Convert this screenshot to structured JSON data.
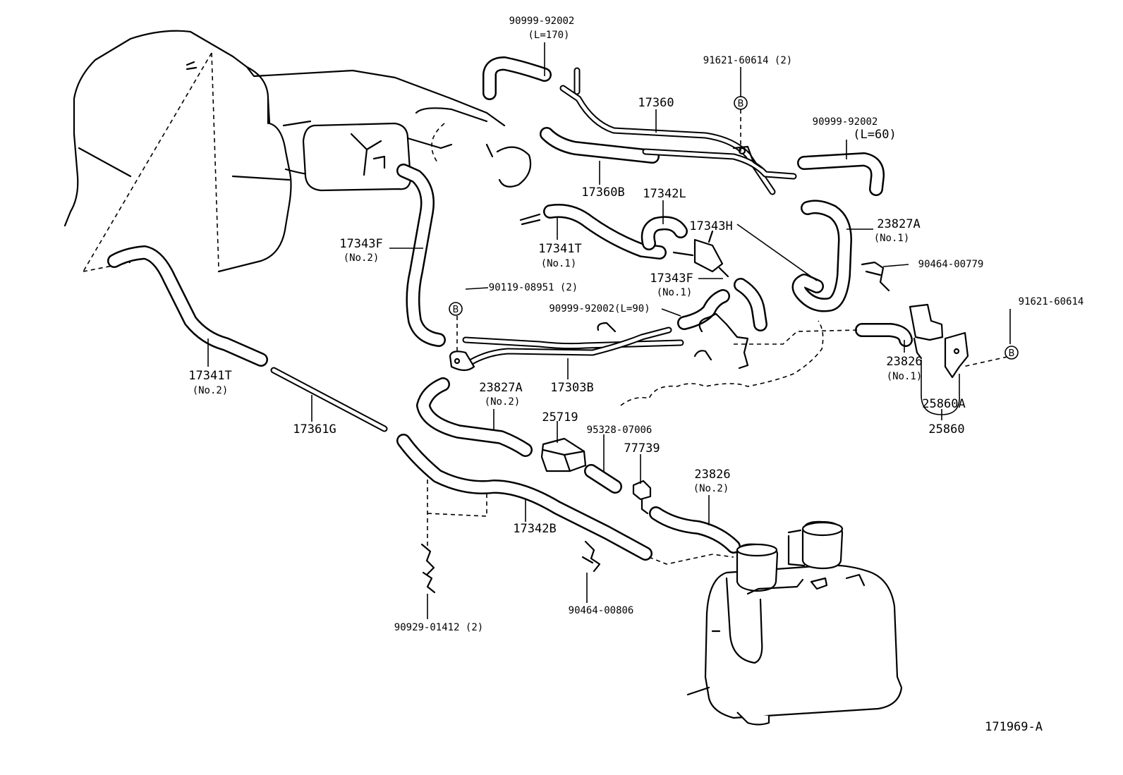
{
  "diagram_id": "171969-A",
  "callout_mark": "B",
  "labels": {
    "hose_90999_92002_l170": "90999-92002",
    "hose_90999_92002_l170_len": "(L=170)",
    "bolt_91621_60614_2": "91621-60614 (2)",
    "pipe_17360": "17360",
    "hose_90999_92002_l60": "90999-92002",
    "hose_90999_92002_l60_len": "(L=60)",
    "hose_17360b": "17360B",
    "hose_17342l": "17342L",
    "hose_17343h": "17343H",
    "hose_23827a_no1": "23827A",
    "hose_23827a_no1_sub": "(No.1)",
    "hose_17343f_no2": "17343F",
    "hose_17343f_no2_sub": "(No.2)",
    "hose_17341t_no1": "17341T",
    "hose_17341t_no1_sub": "(No.1)",
    "clamp_90464_00779": "90464-00779",
    "hose_17343f_no1": "17343F",
    "hose_17343f_no1_sub": "(No.1)",
    "bolt_90119_08951": "90119-08951 (2)",
    "hose_90999_92002_l90": "90999-92002(L=90)",
    "bolt_91621_60614": "91621-60614",
    "hose_23826_no1": "23826",
    "hose_23826_no1_sub": "(No.1)",
    "hose_17341t_no2": "17341T",
    "hose_17341t_no2_sub": "(No.2)",
    "pipe_17303b": "17303B",
    "hose_23827a_no2": "23827A",
    "hose_23827a_no2_sub": "(No.2)",
    "vsv_25860a": "25860A",
    "vsv_25860": "25860",
    "vsv_25719": "25719",
    "hose_95328_07006": "95328-07006",
    "valve_77739": "77739",
    "pipe_17361g": "17361G",
    "hose_23826_no2": "23826",
    "hose_23826_no2_sub": "(No.2)",
    "hose_17342b": "17342B",
    "clamp_90464_00806": "90464-00806",
    "clamp_90929_01412": "90929-01412 (2)"
  }
}
